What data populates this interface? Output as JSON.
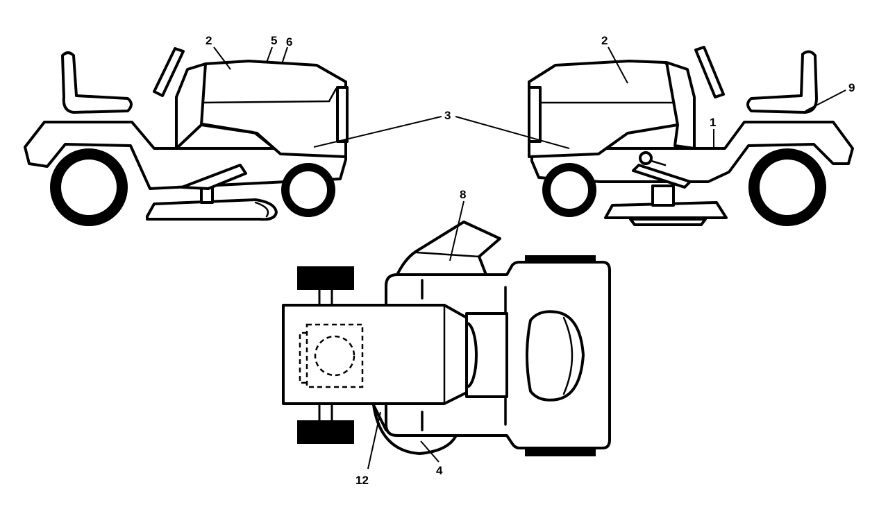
{
  "callouts": {
    "left_2": "2",
    "left_5": "5",
    "left_6": "6",
    "center_3": "3",
    "right_2": "2",
    "right_9": "9",
    "right_1": "1",
    "top_8": "8",
    "bottom_12": "12",
    "bottom_4": "4"
  },
  "colors": {
    "line": "#000000",
    "background": "#ffffff"
  }
}
